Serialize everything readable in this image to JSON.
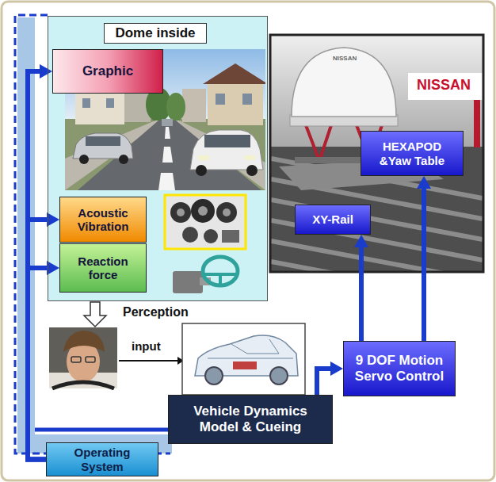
{
  "diagram": {
    "nodes": [
      {
        "text": [
          "Dome inside"
        ]
      },
      {
        "text": [
          "Graphic"
        ],
        "in": 0
      },
      {
        "text": [
          "Acoustic Vibration"
        ],
        "in": 0
      },
      {
        "text": [
          "Reaction force"
        ],
        "in": 0
      },
      {
        "text": [
          "HEXAPOD &Yaw Table"
        ]
      },
      {
        "text": [
          "XY-Rail"
        ]
      },
      {
        "text": [
          "9 DOF Motion Servo Control"
        ]
      },
      {
        "text": [
          "Vehicle Dynamics Model & Cueing"
        ]
      },
      {
        "text": [
          "Operating System"
        ]
      }
    ],
    "edges": [
      {
        "from": 8,
        "to": 1,
        "arrow": "to"
      },
      {
        "from": 8,
        "to": 2,
        "arrow": "to"
      },
      {
        "from": 8,
        "to": 3,
        "arrow": "to"
      },
      {
        "from": 7,
        "to": 6,
        "arrow": "to"
      },
      {
        "from": 6,
        "to": 5,
        "arrow": "to"
      },
      {
        "from": 6,
        "to": 4,
        "arrow": "to"
      }
    ],
    "labels": [
      "Perception",
      "input",
      "NISSAN",
      "NISSAN"
    ]
  }
}
